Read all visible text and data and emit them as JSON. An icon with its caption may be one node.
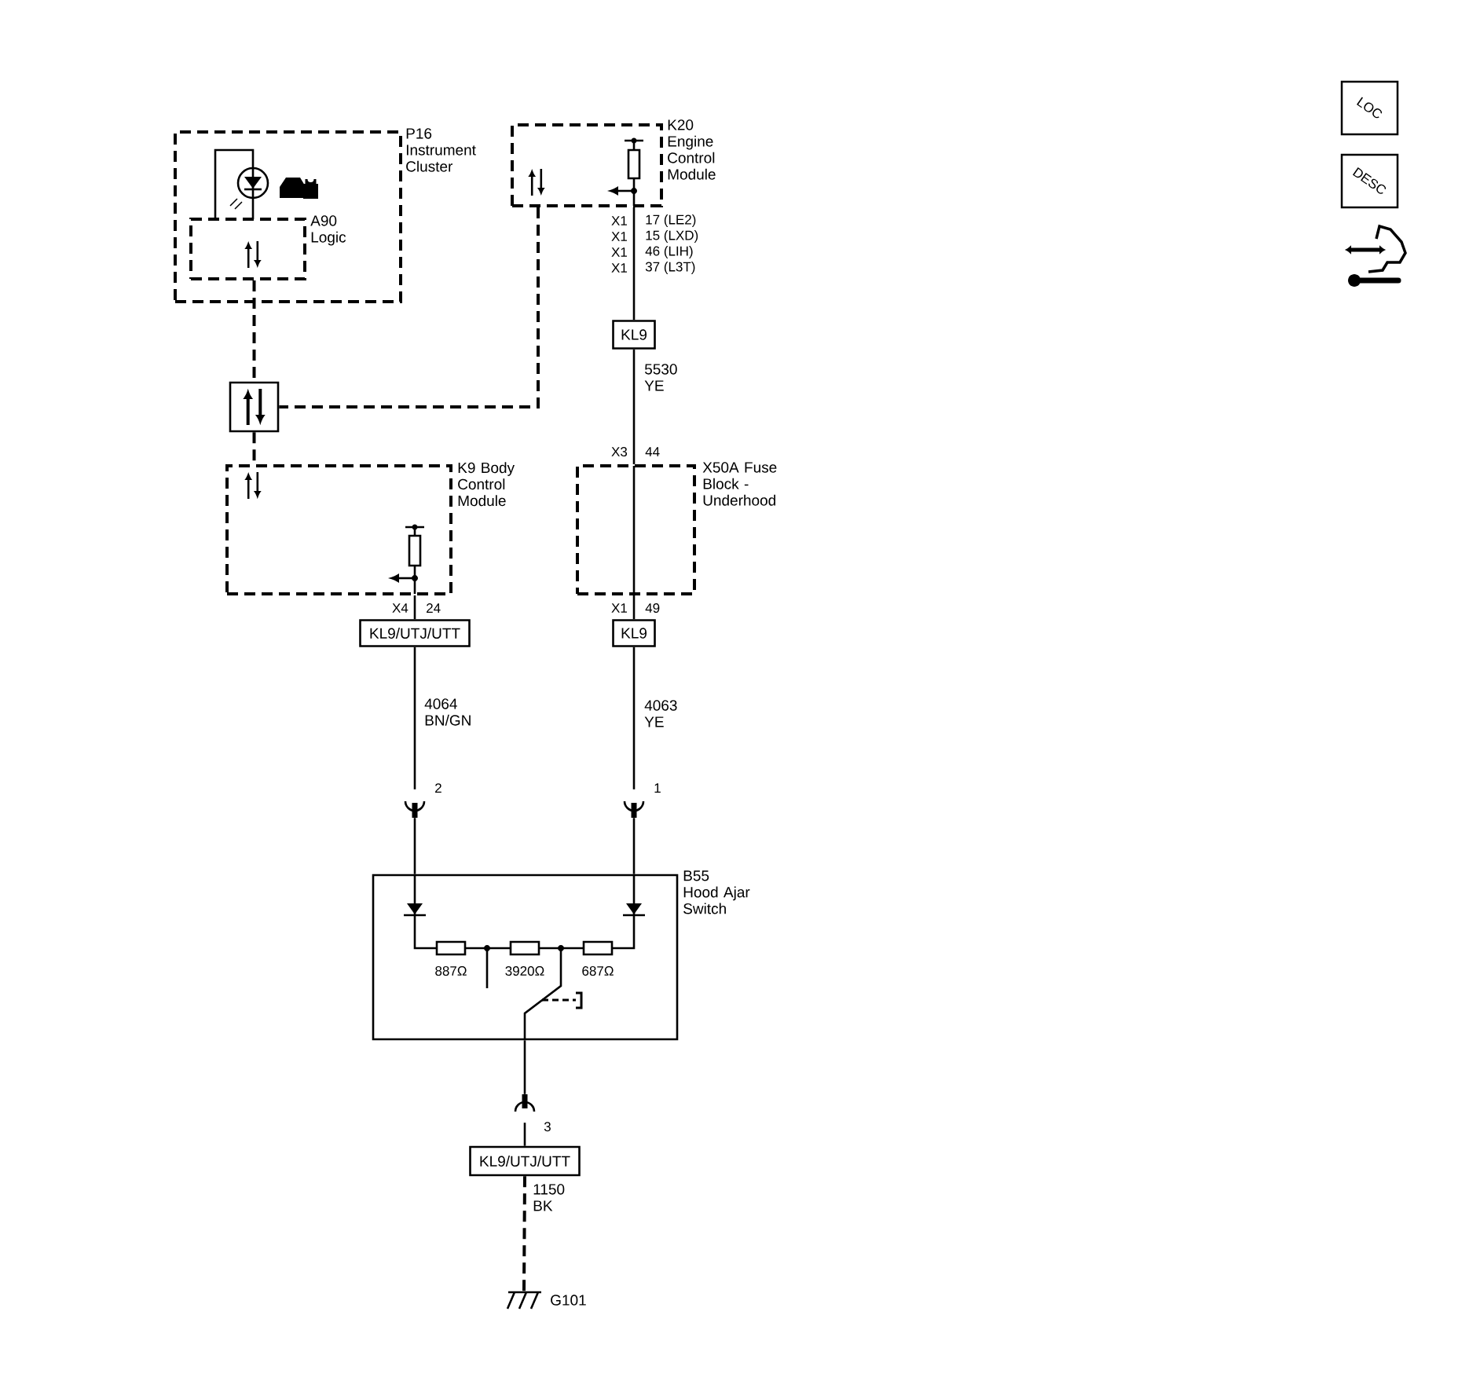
{
  "diagram": {
    "nodes": [
      {
        "text": [
          "P16 Instrument Cluster"
        ]
      },
      {
        "text": [
          "A90 Logic"
        ],
        "in": 0
      },
      {
        "text": [
          "K20 Engine Control Module"
        ]
      },
      {
        "text": [],
        "shape": "box"
      },
      {
        "text": [
          "K9 Body Control Module"
        ]
      },
      {
        "text": [
          "X50A Fuse Block - Underhood"
        ]
      },
      {
        "text": [
          "KL9"
        ]
      },
      {
        "text": [
          "KL9/UTJ/UTT"
        ]
      },
      {
        "text": [
          "KL9"
        ]
      },
      {
        "text": [
          "2"
        ]
      },
      {
        "text": [
          "1"
        ]
      },
      {
        "text": [
          "B55 Hood Ajar Switch"
        ]
      },
      {
        "text": [
          "3"
        ]
      },
      {
        "text": [
          "KL9/UTJ/UTT"
        ]
      },
      {
        "text": [
          "G101"
        ]
      }
    ],
    "edges": [
      {
        "from": 1,
        "to": 3,
        "arrow": "none",
        "style": "dashed"
      },
      {
        "from": 2,
        "to": 3,
        "arrow": "none",
        "style": "dashed"
      },
      {
        "from": 3,
        "to": 4,
        "arrow": "none",
        "style": "dashed"
      },
      {
        "from": 2,
        "to": 6,
        "arrow": "none"
      },
      {
        "from": 6,
        "to": 5,
        "arrow": "none",
        "label": "5530 YE"
      },
      {
        "from": 5,
        "to": 8,
        "arrow": "none"
      },
      {
        "from": 4,
        "to": 7,
        "arrow": "none"
      },
      {
        "from": 7,
        "to": 9,
        "arrow": "none",
        "label": "4064 BN/GN"
      },
      {
        "from": 8,
        "to": 10,
        "arrow": "none",
        "label": "4063 YE"
      },
      {
        "from": 9,
        "to": 11,
        "arrow": "none"
      },
      {
        "from": 10,
        "to": 11,
        "arrow": "none"
      },
      {
        "from": 11,
        "to": 12,
        "arrow": "none"
      },
      {
        "from": 12,
        "to": 13,
        "arrow": "none"
      },
      {
        "from": 13,
        "to": 14,
        "arrow": "none",
        "label": "1150 BK",
        "style": "dashed"
      }
    ],
    "labels": [
      "X1",
      "17 (LE2)",
      "X1",
      "15 (LXD)",
      "X1",
      "46 (LIH)",
      "X1",
      "37 (L3T)",
      "X3",
      "44",
      "X4",
      "24",
      "X1",
      "49",
      "887Ω",
      "3920Ω",
      "687Ω",
      "LOC",
      "DESC"
    ]
  }
}
